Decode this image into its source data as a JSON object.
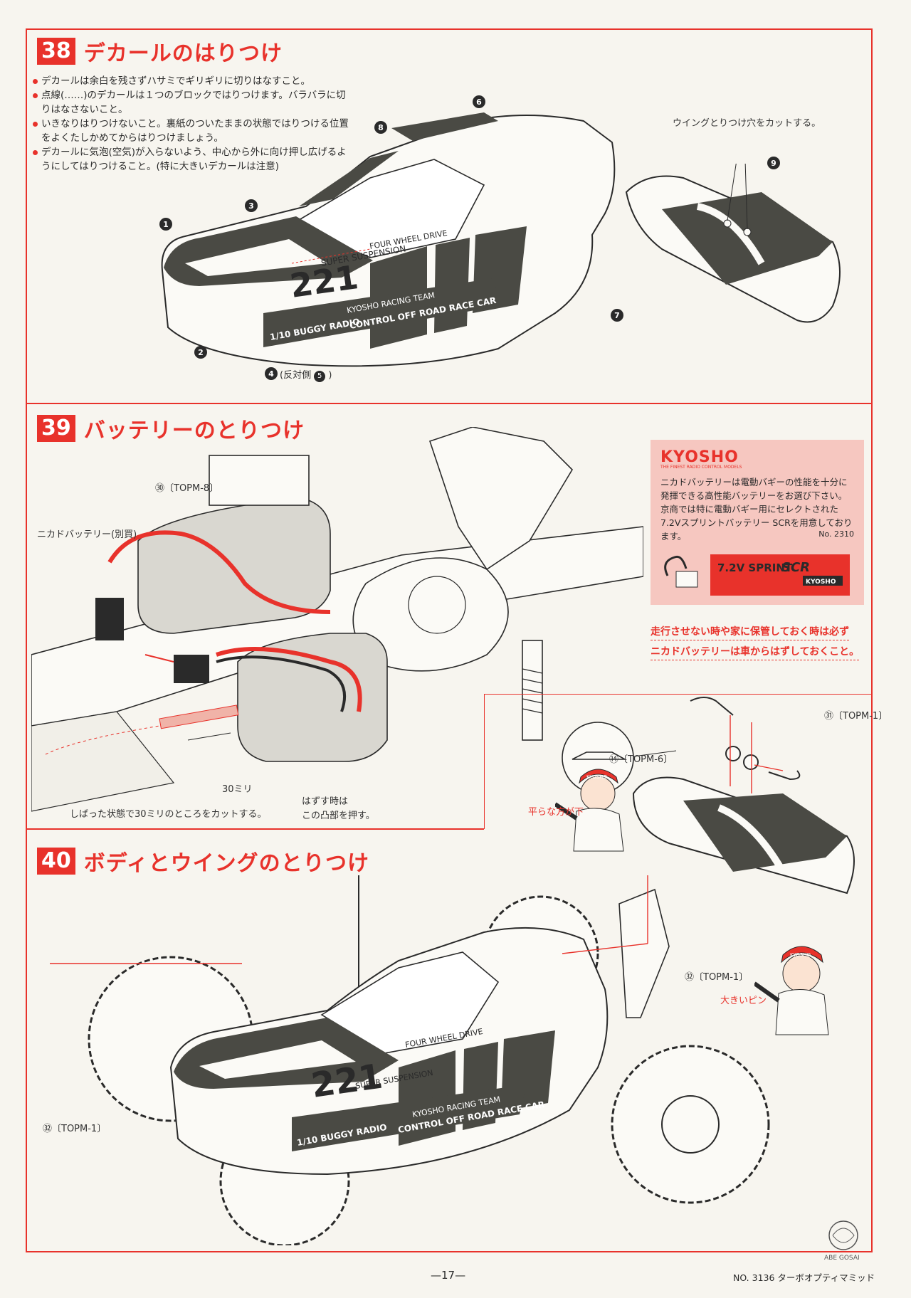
{
  "sections": [
    {
      "number": "38",
      "title": "デカールのはりつけ"
    },
    {
      "number": "39",
      "title": "バッテリーのとりつけ"
    },
    {
      "number": "40",
      "title": "ボディとウイングのとりつけ"
    }
  ],
  "step38": {
    "notes": [
      "デカールは余白を残さずハサミでギリギリに切りはなすこと。",
      "点線(……)のデカールは１つのブロックではりつけます。バラバラに切りはなさないこと。",
      "いきなりはりつけないこと。裏紙のついたままの状態ではりつける位置をよくたしかめてからはりつけましょう。",
      "デカールに気泡(空気)が入らないよう、中心から外に向け押し広げるようにしてはりつけること。(特に大きいデカールは注意)"
    ],
    "wing_hole_label": "ウイングとりつけ穴をカットする。",
    "callouts": [
      "1",
      "2",
      "3",
      "4",
      "6",
      "7",
      "8",
      "9"
    ],
    "callout_4_suffix": "(反対側",
    "callout_4_ref": "5",
    "callout_4_close": ")",
    "body_decals": {
      "four_wheel_drive": "FOUR WHEEL DRIVE",
      "super_suspension": "SUPER SUSPENSION",
      "number": "221",
      "team": "KYOSHO RACING TEAM",
      "buggy": "1/10 BUGGY RADIO",
      "control": "CONTROL OFF ROAD RACE CAR"
    }
  },
  "step39": {
    "topm8": "㉚〔TOPM-8〕",
    "battery_label": "ニカドバッテリー(別買)",
    "length_label": "30ミリ",
    "cut_note": "しばった状態で30ミリのところをカットする。",
    "release_note_1": "はずす時は",
    "release_note_2": "この凸部を押す。"
  },
  "kyosho_ad": {
    "logo": "KYOSHO",
    "tagline": "THE FINEST RADIO CONTROL MODELS",
    "text": "ニカドバッテリーは電動バギーの性能を十分に発揮できる高性能バッテリーをお選び下さい。京商では特に電動バギー用にセレクトされた7.2Vスプリントバッテリー SCRを用意しております。",
    "number": "No. 2310",
    "battery_label": "7.2V SPRINT",
    "battery_label_sub": "SCR",
    "battery_brand": "KYOSHO"
  },
  "warning": {
    "line1": "走行させない時や家に保管しておく時は必ず",
    "line2": "ニカドバッテリーは車からはずしておくこと。"
  },
  "step40": {
    "topm1_top": "㉛〔TOPM-1〕",
    "topm6": "⑭〔TOPM-6〕",
    "flat_side": "平らな方が下",
    "topm1_right": "㉜〔TOPM-1〕",
    "big_pin": "大きいピン",
    "topm1_left": "㉜〔TOPM-1〕",
    "mascot_cap": "KYOSHO"
  },
  "footer": {
    "page_number": "—17—",
    "product": "NO. 3136  ターボオプティマミッド",
    "stamp": "ABE GOSAI"
  },
  "colors": {
    "accent": "#e8322b",
    "decal_dark": "#4a4a44",
    "ad_bg": "#f6c7c0"
  }
}
